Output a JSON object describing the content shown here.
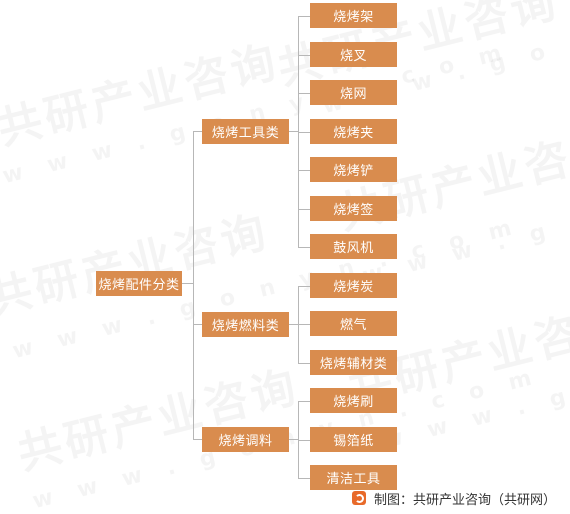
{
  "root": "烧烤配件分类",
  "categories": [
    {
      "label": "烧烤工具类",
      "items": [
        "烧烤架",
        "烧叉",
        "烧网",
        "烧烤夹",
        "烧烤铲",
        "烧烤签",
        "鼓风机"
      ]
    },
    {
      "label": "烧烤燃料类",
      "items": [
        "烧烤炭",
        "燃气",
        "烧烤辅材类"
      ]
    },
    {
      "label": "烧烤调料",
      "items": [
        "烧烤刷",
        "锡箔纸",
        "清洁工具"
      ]
    }
  ],
  "watermarks": {
    "cn": "共研产业咨询",
    "en": "w w w . g o n y n . c o m"
  },
  "footer": {
    "text": "制图：共研产业咨询（共研网）"
  },
  "colors": {
    "node_fill": "#d98c4e",
    "line": "#b7b7b7",
    "text": "#ffffff"
  }
}
